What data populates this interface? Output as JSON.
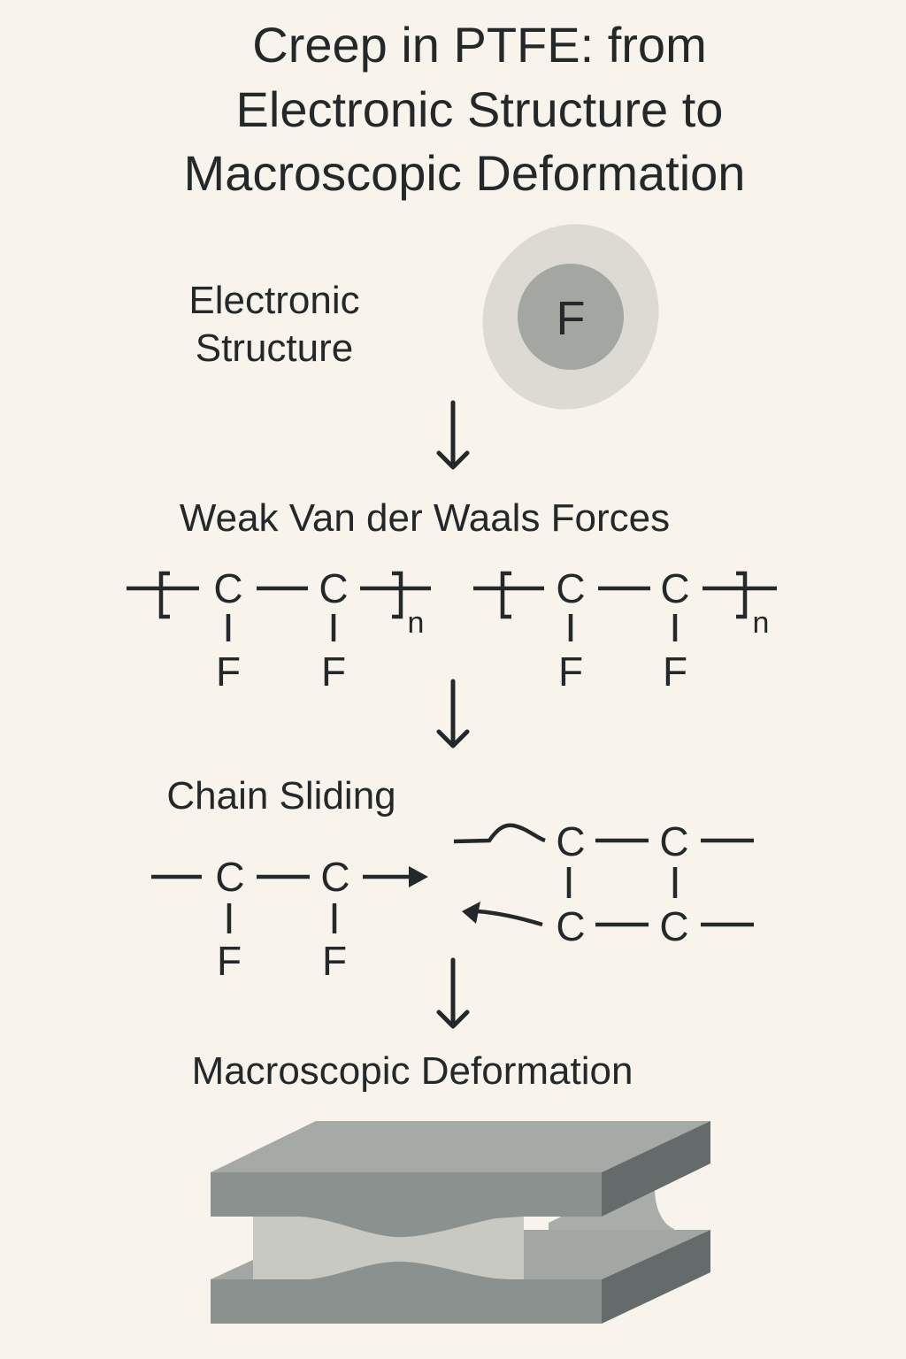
{
  "title": {
    "line1": "Creep in PTFE: from",
    "line2": "Electronic Structure to",
    "line3": "Macroscopic Deformation"
  },
  "stages": [
    {
      "label_lines": [
        "Electronic",
        "Structure"
      ],
      "atom_symbol": "F"
    },
    {
      "label": "Weak Van der Waals Forces",
      "repeat_units": [
        {
          "backbone": [
            "C",
            "C"
          ],
          "substituents": [
            "F",
            "F"
          ],
          "subscript": "n"
        },
        {
          "backbone": [
            "C",
            "C"
          ],
          "substituents": [
            "F",
            "F"
          ],
          "subscript": "n"
        }
      ]
    },
    {
      "label": "Chain Sliding",
      "left_chain": {
        "backbone": [
          "C",
          "C"
        ],
        "substituents": [
          "F",
          "F"
        ]
      },
      "right_chains": {
        "top": [
          "C",
          "C"
        ],
        "bottom": [
          "C",
          "C"
        ]
      }
    },
    {
      "label": "Macroscopic Deformation"
    }
  ],
  "colors": {
    "background": "#f8f4ec",
    "ink": "#23292a",
    "electron_cloud": "#dcdad3",
    "nucleus": "#a3a6a1",
    "slab_top": "#a6aaa7",
    "slab_front": "#8b918f",
    "slab_side": "#646b6a",
    "core": "#c9c9c3"
  }
}
